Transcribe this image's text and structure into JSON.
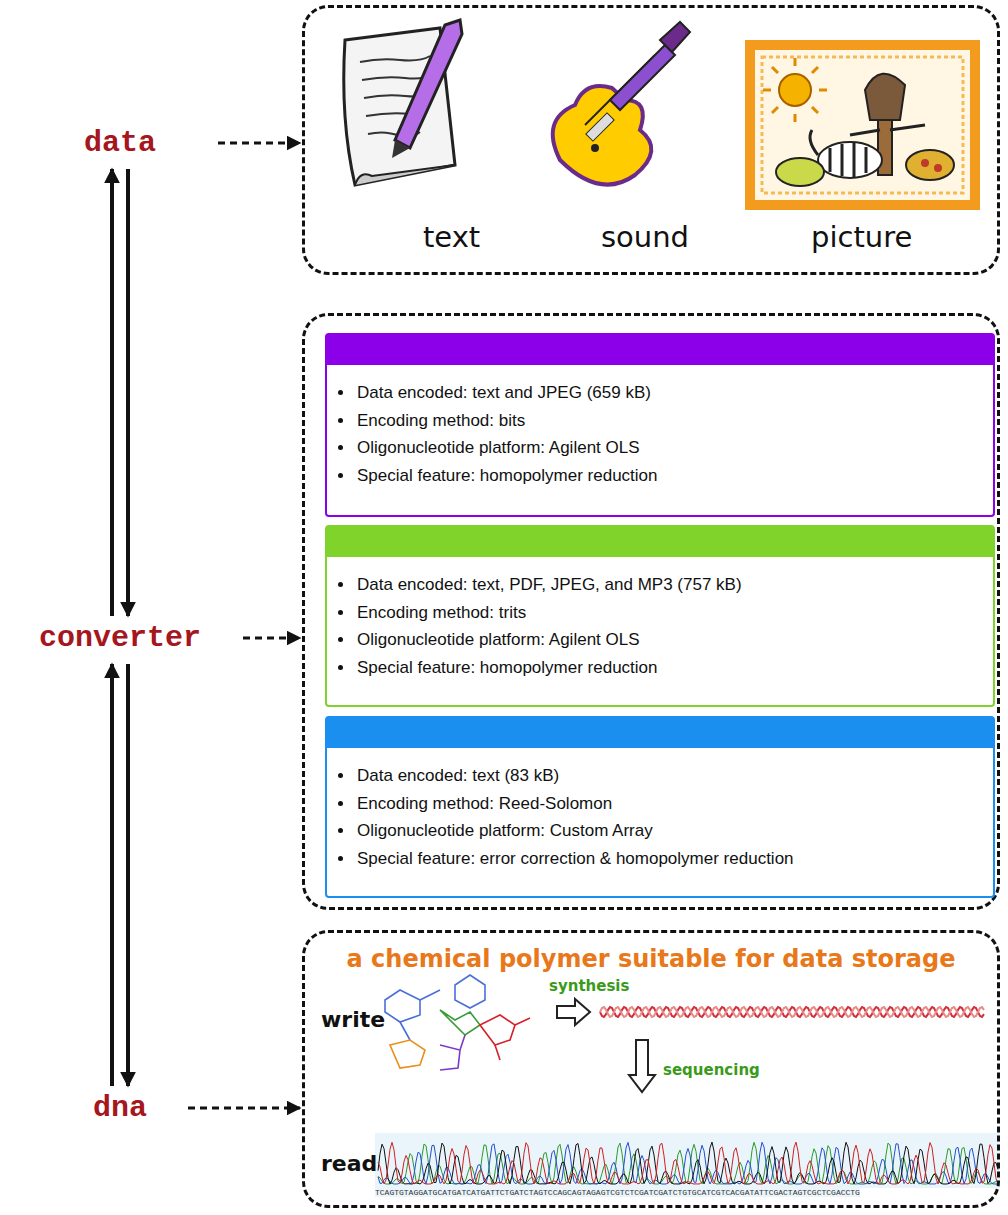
{
  "diagram": {
    "nodes": [
      {
        "text": [
          "data"
        ]
      },
      {
        "text": [
          "text",
          "sound",
          "picture"
        ]
      },
      {
        "text": [
          "converter"
        ]
      },
      {
        "text": []
      },
      {
        "text": [
          "Data encoded: text and JPEG (659 kB)",
          "Encoding method: bits",
          "Oligonucleotide platform: Agilent OLS",
          "Special feature: homopolymer reduction"
        ],
        "in": 3
      },
      {
        "text": [
          "Data encoded: text, PDF, JPEG, and MP3 (757 kB)",
          "Encoding method: trits",
          "Oligonucleotide platform: Agilent OLS",
          "Special feature: homopolymer reduction"
        ],
        "in": 3
      },
      {
        "text": [
          "Data encoded: text (83 kB)",
          "Encoding method: Reed-Solomon",
          "Oligonucleotide platform: Custom Array",
          "Special feature: error correction & homopolymer reduction"
        ],
        "in": 3
      },
      {
        "text": [
          "dna"
        ]
      },
      {
        "text": [
          "a chemical polymer suitable for data storage",
          "write",
          "synthesis",
          "sequencing",
          "read",
          "TCAGTGTAGGATGCATGATCATGATTCTGATCTAGTCCAGCAGTAGAGTCGTCTCGATCGATCTGTGCATCGTCACGATATTCGACTAGTCGCTCGACCTG"
        ]
      }
    ],
    "edges": [
      {
        "from": 0,
        "to": 1,
        "arrow": "to"
      },
      {
        "from": 2,
        "to": 0,
        "arrow": "to"
      },
      {
        "from": 0,
        "to": 2,
        "arrow": "to"
      },
      {
        "from": 2,
        "to": 3,
        "arrow": "to"
      },
      {
        "from": 7,
        "to": 2,
        "arrow": "to"
      },
      {
        "from": 2,
        "to": 7,
        "arrow": "to"
      },
      {
        "from": 7,
        "to": 8,
        "arrow": "to"
      }
    ]
  }
}
